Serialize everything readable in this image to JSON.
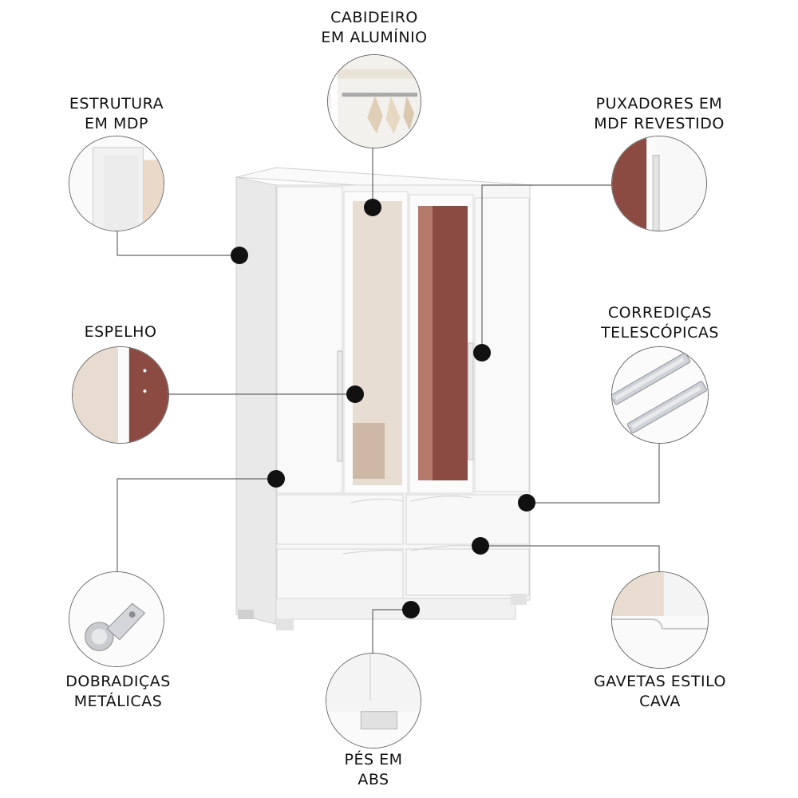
{
  "callouts": {
    "cabideiro": {
      "line1": "CABIDEIRO",
      "line2": "EM ALUMÍNIO"
    },
    "estrutura": {
      "line1": "ESTRUTURA",
      "line2": "EM MDP"
    },
    "puxadores": {
      "line1": "PUXADORES EM",
      "line2": "MDF REVESTIDO"
    },
    "espelho": {
      "line1": "ESPELHO"
    },
    "corredicas": {
      "line1": "CORREDIÇAS",
      "line2": "TELESCÓPICAS"
    },
    "dobradicas": {
      "line1": "DOBRADIÇAS",
      "line2": "METÁLICAS"
    },
    "gavetas": {
      "line1": "GAVETAS ESTILO",
      "line2": "CAVA"
    },
    "pes": {
      "line1": "PÉS EM",
      "line2": "ABS"
    }
  },
  "colors": {
    "cabinet": "#f3f3f3",
    "mirror_accent": "#8b4a42",
    "mirror_light": "#e6d9cf",
    "dot": "#111111"
  }
}
